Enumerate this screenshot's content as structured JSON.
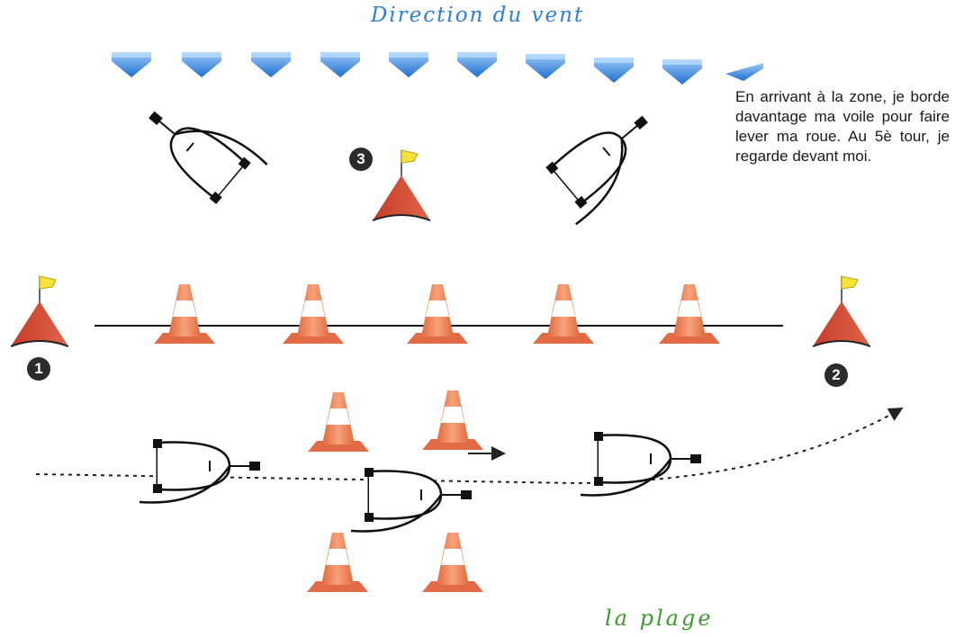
{
  "header": {
    "title": "Direction du vent"
  },
  "note": {
    "text": "En arrivant à la zone, je borde davantage ma voile pour faire lever ma roue. Au 5è tour, je regarde devant moi."
  },
  "footer": {
    "label": "la plage"
  },
  "markers": {
    "buoy_1": "1",
    "buoy_2": "2",
    "buoy_3": "3"
  },
  "colors": {
    "wind_arrow": "#3d8fe0",
    "buoy": "#d8543e",
    "flag": "#f5e23a",
    "cone": "#ef8a5e",
    "title": "#2f7fd2",
    "beach_label": "#3c9a2e"
  },
  "icons": {
    "wind_arrow": "down-arrow-icon",
    "buoy": "buoy-flag-icon",
    "cone": "traffic-cone-icon",
    "kart": "sand-yacht-icon"
  }
}
